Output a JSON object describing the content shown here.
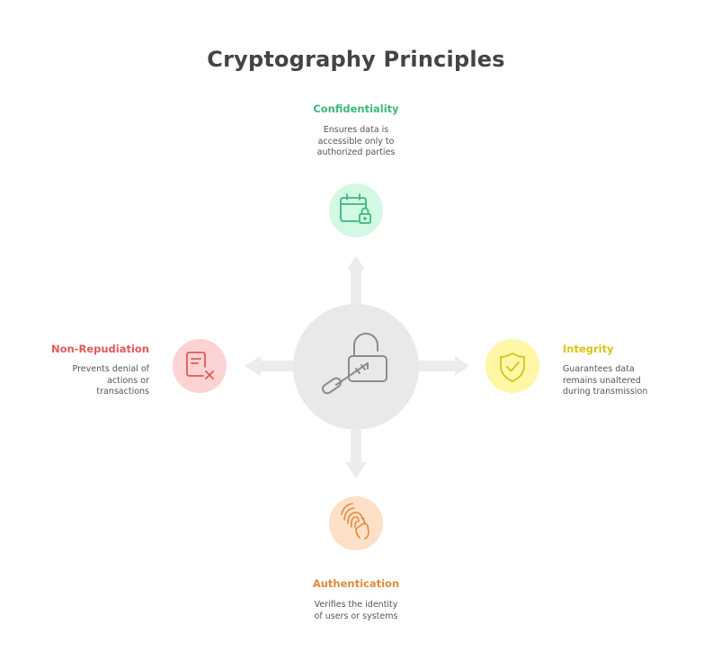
{
  "title": "Cryptography Principles",
  "center_icon": "lock-and-key-icon",
  "principles": {
    "confidentiality": {
      "heading": "Confidentiality",
      "lines": [
        "Ensures data is",
        "accessible only to",
        "authorized parties"
      ],
      "icon": "calendar-lock-icon",
      "color": "#3ab97a",
      "bg": "#d3f8e4"
    },
    "integrity": {
      "heading": "Integrity",
      "lines": [
        "Guarantees data",
        "remains unaltered",
        "during transmission"
      ],
      "icon": "shield-check-icon",
      "color": "#d8c414",
      "bg": "#fdf7a6"
    },
    "authentication": {
      "heading": "Authentication",
      "lines": [
        "Verifies the identity",
        "of users or systems"
      ],
      "icon": "fingerprint-hand-icon",
      "color": "#e08a3a",
      "bg": "#fde0c6"
    },
    "non_repudiation": {
      "heading": "Non-Repudiation",
      "lines": [
        "Prevents denial of",
        "actions or",
        "transactions"
      ],
      "icon": "document-x-icon",
      "color": "#e05a5a",
      "bg": "#fcd3d3"
    }
  }
}
